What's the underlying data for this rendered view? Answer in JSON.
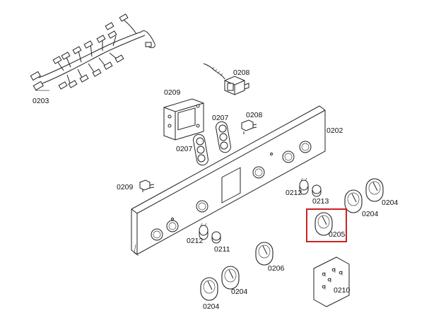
{
  "highlight_color": "#cc2222",
  "parts": [
    {
      "id": "p0203",
      "label": "0203",
      "name": "wiring-harness"
    },
    {
      "id": "p0208a",
      "label": "0208",
      "name": "thermostat"
    },
    {
      "id": "p0209a",
      "label": "0209",
      "name": "switch-module"
    },
    {
      "id": "p0207a",
      "label": "0207",
      "name": "knob-guide-right"
    },
    {
      "id": "p0208b",
      "label": "0208",
      "name": "small-switch"
    },
    {
      "id": "p0207b",
      "label": "0207",
      "name": "knob-guide-left"
    },
    {
      "id": "p0202",
      "label": "0202",
      "name": "control-panel"
    },
    {
      "id": "p0209b",
      "label": "0209",
      "name": "lamp-holder"
    },
    {
      "id": "p0212a",
      "label": "0212",
      "name": "knob-adapter-right"
    },
    {
      "id": "p0213",
      "label": "0213",
      "name": "knob-cap"
    },
    {
      "id": "p0204a",
      "label": "0204",
      "name": "knob-right-a"
    },
    {
      "id": "p0204b",
      "label": "0204",
      "name": "knob-right-b"
    },
    {
      "id": "p0205",
      "label": "0205",
      "name": "knob-highlighted"
    },
    {
      "id": "p0212b",
      "label": "0212",
      "name": "knob-adapter-left"
    },
    {
      "id": "p0211",
      "label": "0211",
      "name": "knob-small-cap"
    },
    {
      "id": "p0206",
      "label": "0206",
      "name": "knob-center"
    },
    {
      "id": "p0210",
      "label": "0210",
      "name": "screw-set"
    },
    {
      "id": "p0204c",
      "label": "0204",
      "name": "knob-left-a"
    },
    {
      "id": "p0204d",
      "label": "0204",
      "name": "knob-left-b"
    }
  ]
}
